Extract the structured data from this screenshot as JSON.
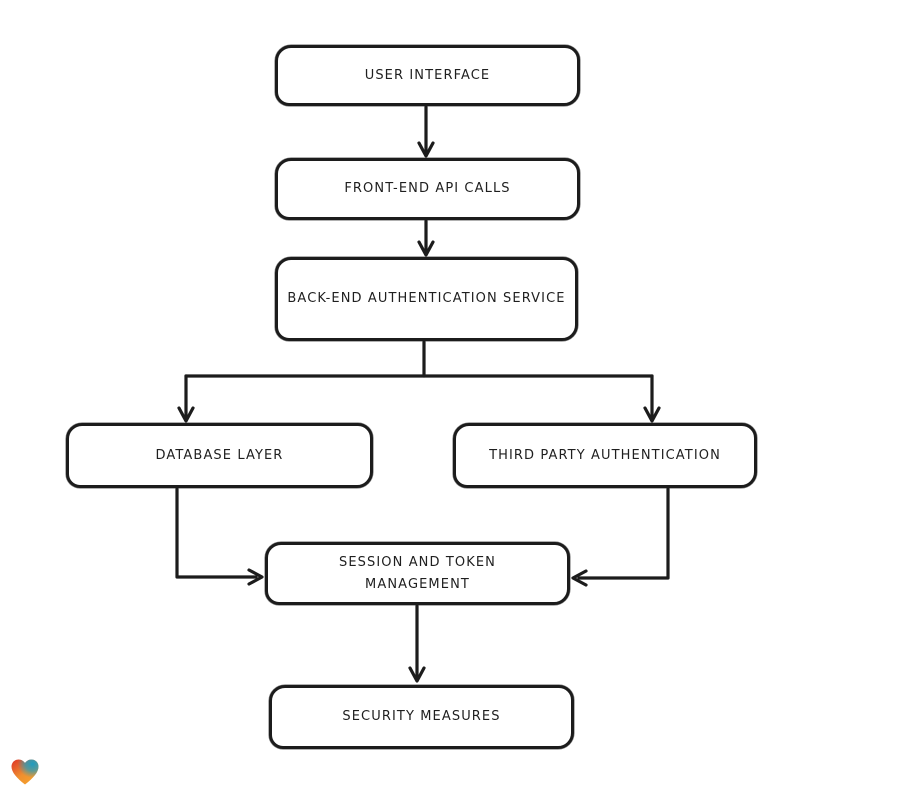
{
  "diagram": {
    "type": "flowchart",
    "direction": "top-down",
    "nodes": [
      {
        "id": "user-interface",
        "label": "USER INTERFACE"
      },
      {
        "id": "front-end-api-calls",
        "label": "FRONT-END API CALLS"
      },
      {
        "id": "back-end-authentication-service",
        "label": "BACK-END AUTHENTICATION SERVICE"
      },
      {
        "id": "database-layer",
        "label": "DATABASE LAYER"
      },
      {
        "id": "third-party-authentication",
        "label": "THIRD PARTY AUTHENTICATION"
      },
      {
        "id": "session-and-token-management",
        "label": "SESSION AND TOKEN MANAGEMENT"
      },
      {
        "id": "security-measures",
        "label": "SECURITY MEASURES"
      }
    ],
    "edges": [
      {
        "from": "user-interface",
        "to": "front-end-api-calls"
      },
      {
        "from": "front-end-api-calls",
        "to": "back-end-authentication-service"
      },
      {
        "from": "back-end-authentication-service",
        "to": "database-layer"
      },
      {
        "from": "back-end-authentication-service",
        "to": "third-party-authentication"
      },
      {
        "from": "database-layer",
        "to": "session-and-token-management"
      },
      {
        "from": "third-party-authentication",
        "to": "session-and-token-management"
      },
      {
        "from": "session-and-token-management",
        "to": "security-measures"
      }
    ],
    "colors": {
      "stroke": "#1c1c1c",
      "node_fill": "#ffffff",
      "background": "#ffffff"
    }
  },
  "watermark": {
    "icon": "heart-icon",
    "colors": {
      "red": "#dd3327",
      "orange": "#f6a42c",
      "teal": "#1f9cc0"
    }
  }
}
